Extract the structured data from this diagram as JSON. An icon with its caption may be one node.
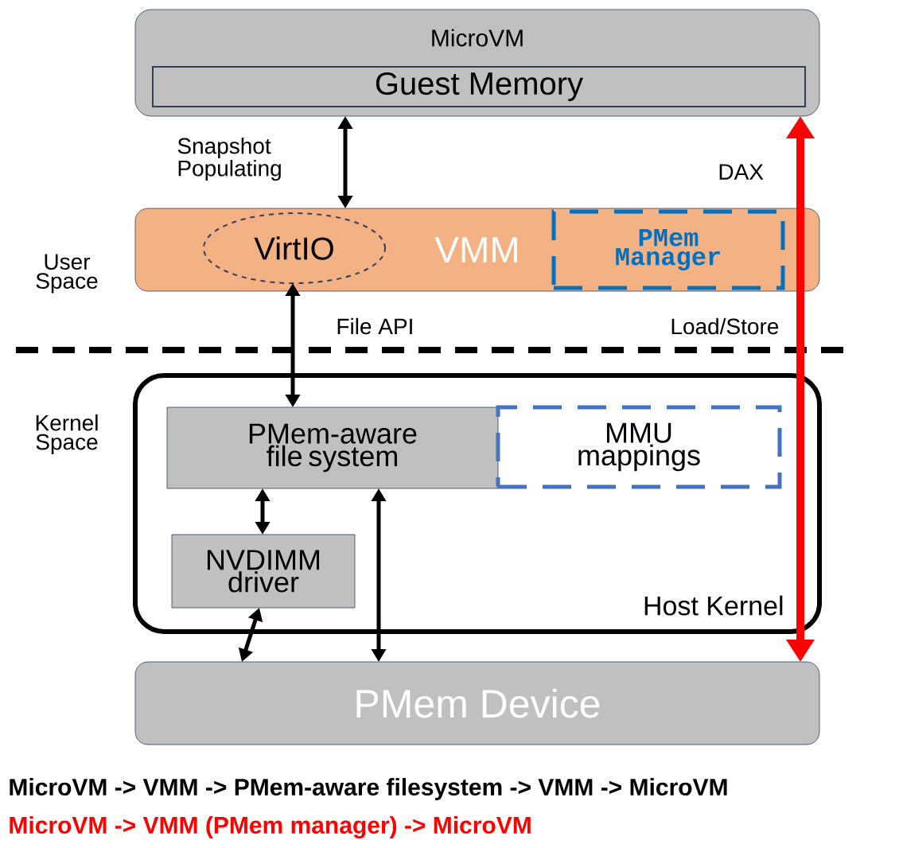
{
  "diagram": {
    "nodes": [
      {
        "text": [
          "MicroVM"
        ]
      },
      {
        "text": [
          "Guest Memory"
        ],
        "in": 0
      },
      {
        "text": [
          "VMM"
        ]
      },
      {
        "text": [
          "VirtIO"
        ],
        "in": 2
      },
      {
        "text": [
          "PMem Manager"
        ],
        "in": 2
      },
      {
        "text": [
          "Host Kernel"
        ]
      },
      {
        "text": [
          "PMem-aware file system"
        ],
        "in": 5
      },
      {
        "text": [
          "MMU mappings"
        ],
        "in": 5
      },
      {
        "text": [
          "NVDIMM driver"
        ],
        "in": 5
      },
      {
        "text": [
          "PMem Device"
        ]
      }
    ],
    "edges": [
      {
        "from": 0,
        "to": 2,
        "arrow": "both",
        "label": "Snapshot Populating"
      },
      {
        "from": 3,
        "to": 6,
        "arrow": "both",
        "label": "File API"
      },
      {
        "from": 6,
        "to": 8,
        "arrow": "both"
      },
      {
        "from": 8,
        "to": 9,
        "arrow": "both"
      },
      {
        "from": 6,
        "to": 9,
        "arrow": "both"
      },
      {
        "from": 0,
        "to": 9,
        "arrow": "both",
        "label": "DAX",
        "style": "thick",
        "color": "#ff0000"
      }
    ],
    "labels": [
      "User Space",
      "Kernel Space",
      "Load/Store",
      "MicroVM -> VMM -> PMem-aware filesystem -> VMM -> MicroVM",
      "MicroVM -> VMM (PMem manager) -> MicroVM"
    ]
  }
}
